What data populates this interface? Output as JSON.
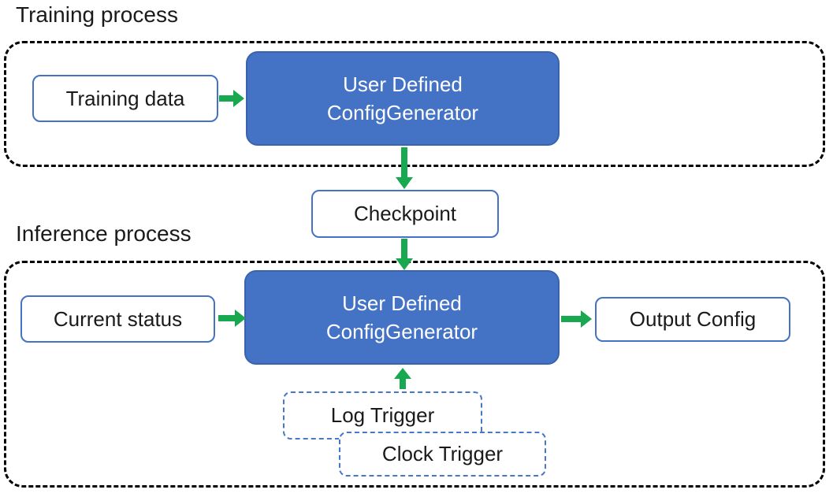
{
  "colors": {
    "accent_blue": "#4472C4",
    "accent_blue_dark": "#3A63AE",
    "arrow_green": "#17A850",
    "container_dash": "#000000",
    "text_dark": "#1a1a1a",
    "box_text_light": "#ffffff",
    "trigger_border_blue": "#4677C8"
  },
  "sections": {
    "training": {
      "label": "Training process",
      "nodes": {
        "training_data": "Training data",
        "generator_line1": "User Defined",
        "generator_line2": "ConfigGenerator"
      }
    },
    "checkpoint": "Checkpoint",
    "inference": {
      "label": "Inference process",
      "nodes": {
        "current_status": "Current status",
        "generator_line1": "User Defined",
        "generator_line2": "ConfigGenerator",
        "output_config": "Output Config",
        "log_trigger": "Log Trigger",
        "clock_trigger": "Clock Trigger"
      }
    }
  }
}
